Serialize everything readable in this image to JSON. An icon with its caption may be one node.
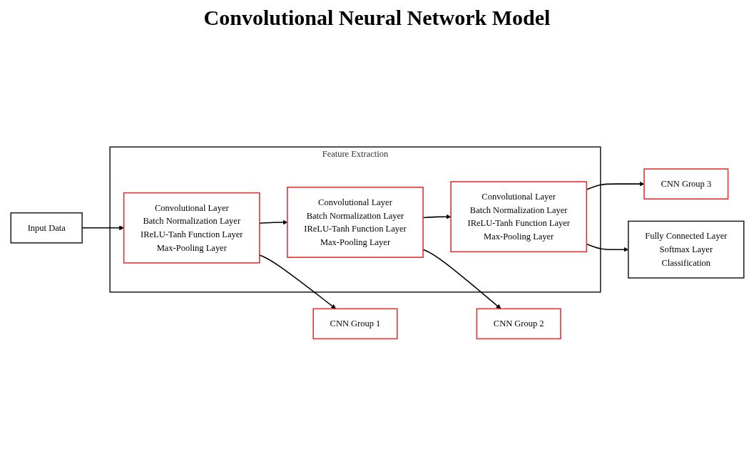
{
  "diagram": {
    "title": "Convolutional Neural Network Model",
    "nodes": [
      {
        "text": [
          "Input Data"
        ]
      },
      {
        "text": [
          "Feature Extraction"
        ]
      },
      {
        "text": [
          "Convolutional Layer",
          "Batch Normalization Layer",
          "IReLU-Tanh Function Layer",
          "Max-Pooling Layer"
        ],
        "in": 1
      },
      {
        "text": [
          "CNN Group 1"
        ]
      },
      {
        "text": [
          "Convolutional Layer",
          "Batch Normalization Layer",
          "IReLU-Tanh Function Layer",
          "Max-Pooling Layer"
        ],
        "in": 1
      },
      {
        "text": [
          "CNN Group 2"
        ]
      },
      {
        "text": [
          "Convolutional Layer",
          "Batch Normalization Layer",
          "IReLU-Tanh Function Layer",
          "Max-Pooling Layer"
        ],
        "in": 1
      },
      {
        "text": [
          "CNN Group 3"
        ]
      },
      {
        "text": [
          "Fully Connected Layer",
          "Softmax Layer",
          "Classification"
        ]
      }
    ],
    "edges": [
      {
        "from": 0,
        "to": 2,
        "arrow": "to"
      },
      {
        "from": 2,
        "to": 3,
        "arrow": "to"
      },
      {
        "from": 2,
        "to": 4,
        "arrow": "to"
      },
      {
        "from": 4,
        "to": 5,
        "arrow": "to"
      },
      {
        "from": 4,
        "to": 6,
        "arrow": "to"
      },
      {
        "from": 6,
        "to": 7,
        "arrow": "to"
      },
      {
        "from": 6,
        "to": 8,
        "arrow": "to"
      }
    ]
  }
}
